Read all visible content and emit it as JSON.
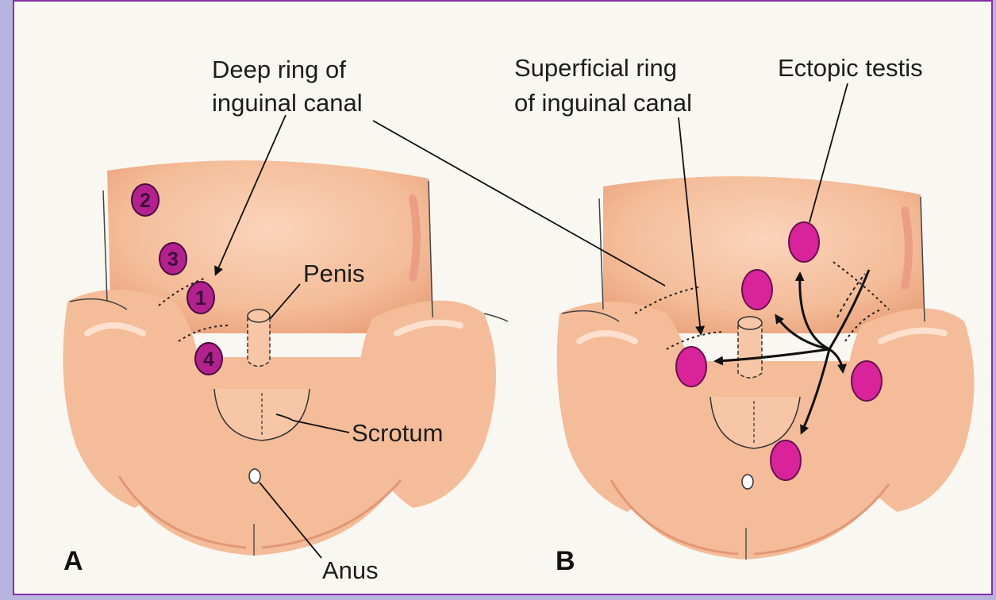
{
  "labels": {
    "deep_ring": [
      "Deep ring of",
      "inguinal canal"
    ],
    "superficial_ring": [
      "Superficial ring",
      "of inguinal canal"
    ],
    "ectopic_testis": "Ectopic testis",
    "penis": "Penis",
    "scrotum": "Scrotum",
    "anus": "Anus",
    "panel_a": "A",
    "panel_b": "B"
  },
  "markers": [
    "2",
    "3",
    "1",
    "4"
  ],
  "colors": {
    "skin": "#f4bc98",
    "skin_shadow": "#e9a37e",
    "skin_highlight": "#fbd4bb",
    "testis_numbered": "#b3218f",
    "testis_ectopic": "#d9239b",
    "frame_border": "#8a2fa3",
    "background_outer": "#b7b3df"
  }
}
